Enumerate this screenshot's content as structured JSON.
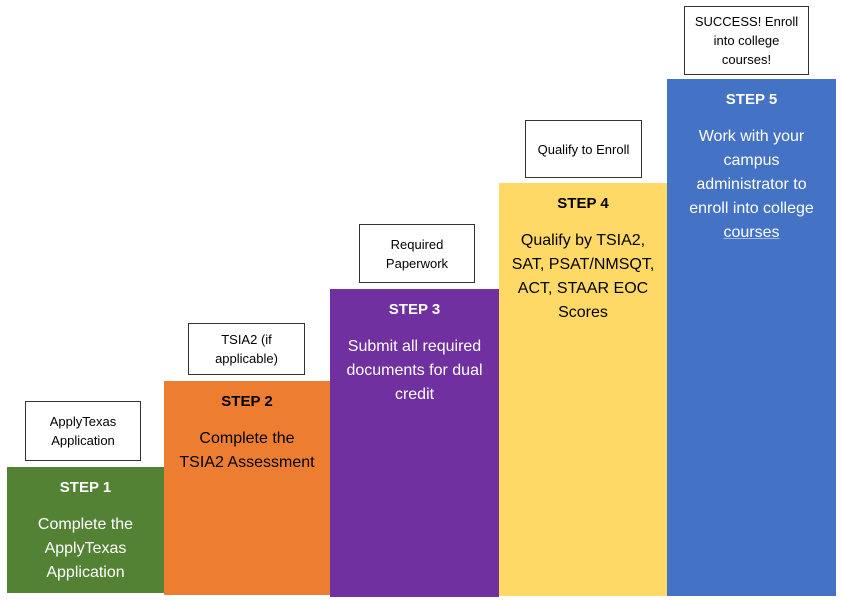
{
  "colors": {
    "step1": "#548235",
    "step2": "#ed7d31",
    "step3": "#7030a0",
    "step4": "#ffd966",
    "step5": "#4472c4"
  },
  "steps": [
    {
      "title": "STEP 1",
      "description": "Complete the ApplyTexas Application",
      "label": "ApplyTexas Application"
    },
    {
      "title": "STEP 2",
      "description": "Complete the TSIA2 Assessment",
      "label": "TSIA2 (if applicable)"
    },
    {
      "title": "STEP 3",
      "description": "Submit all required documents for dual credit",
      "label": "Required Paperwork"
    },
    {
      "title": "STEP 4",
      "description": "Qualify by TSIA2, SAT, PSAT/NMSQT, ACT, STAAR EOC Scores",
      "label": "Qualify to Enroll"
    },
    {
      "title": "STEP 5",
      "description": "Work with your campus administrator to enroll into college",
      "description_underlined": "courses",
      "label": "SUCCESS! Enroll into college courses!"
    }
  ]
}
